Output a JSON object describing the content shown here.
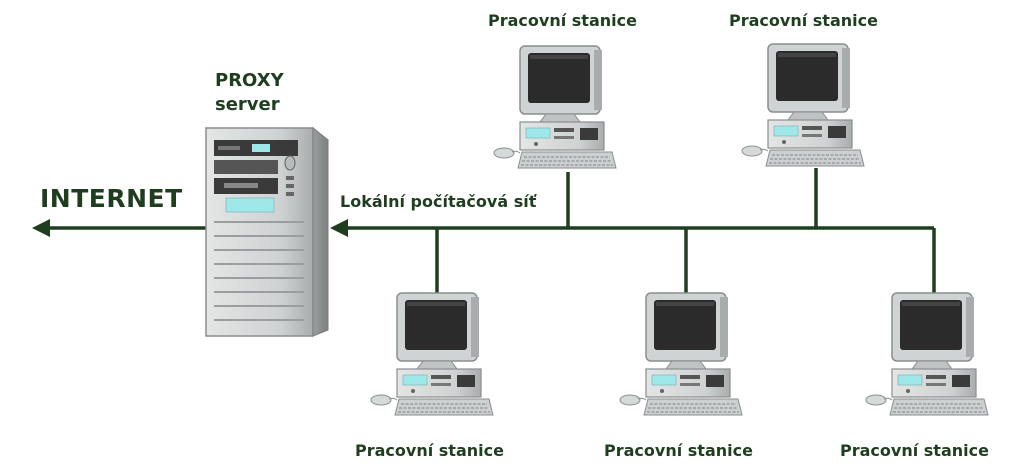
{
  "internet_label": "INTERNET",
  "proxy": {
    "line1": "PROXY",
    "line2": "server"
  },
  "lan_label": "Lokální počítačová síť",
  "workstations": [
    {
      "label": "Pracovní stanice"
    },
    {
      "label": "Pracovní stanice"
    },
    {
      "label": "Pracovní stanice"
    },
    {
      "label": "Pracovní stanice"
    },
    {
      "label": "Pracovní stanice"
    }
  ],
  "colors": {
    "line": "#1f3d1f",
    "text": "#1f3d1f",
    "screen": "#2b2b2b",
    "case": "#d4d6d6"
  }
}
